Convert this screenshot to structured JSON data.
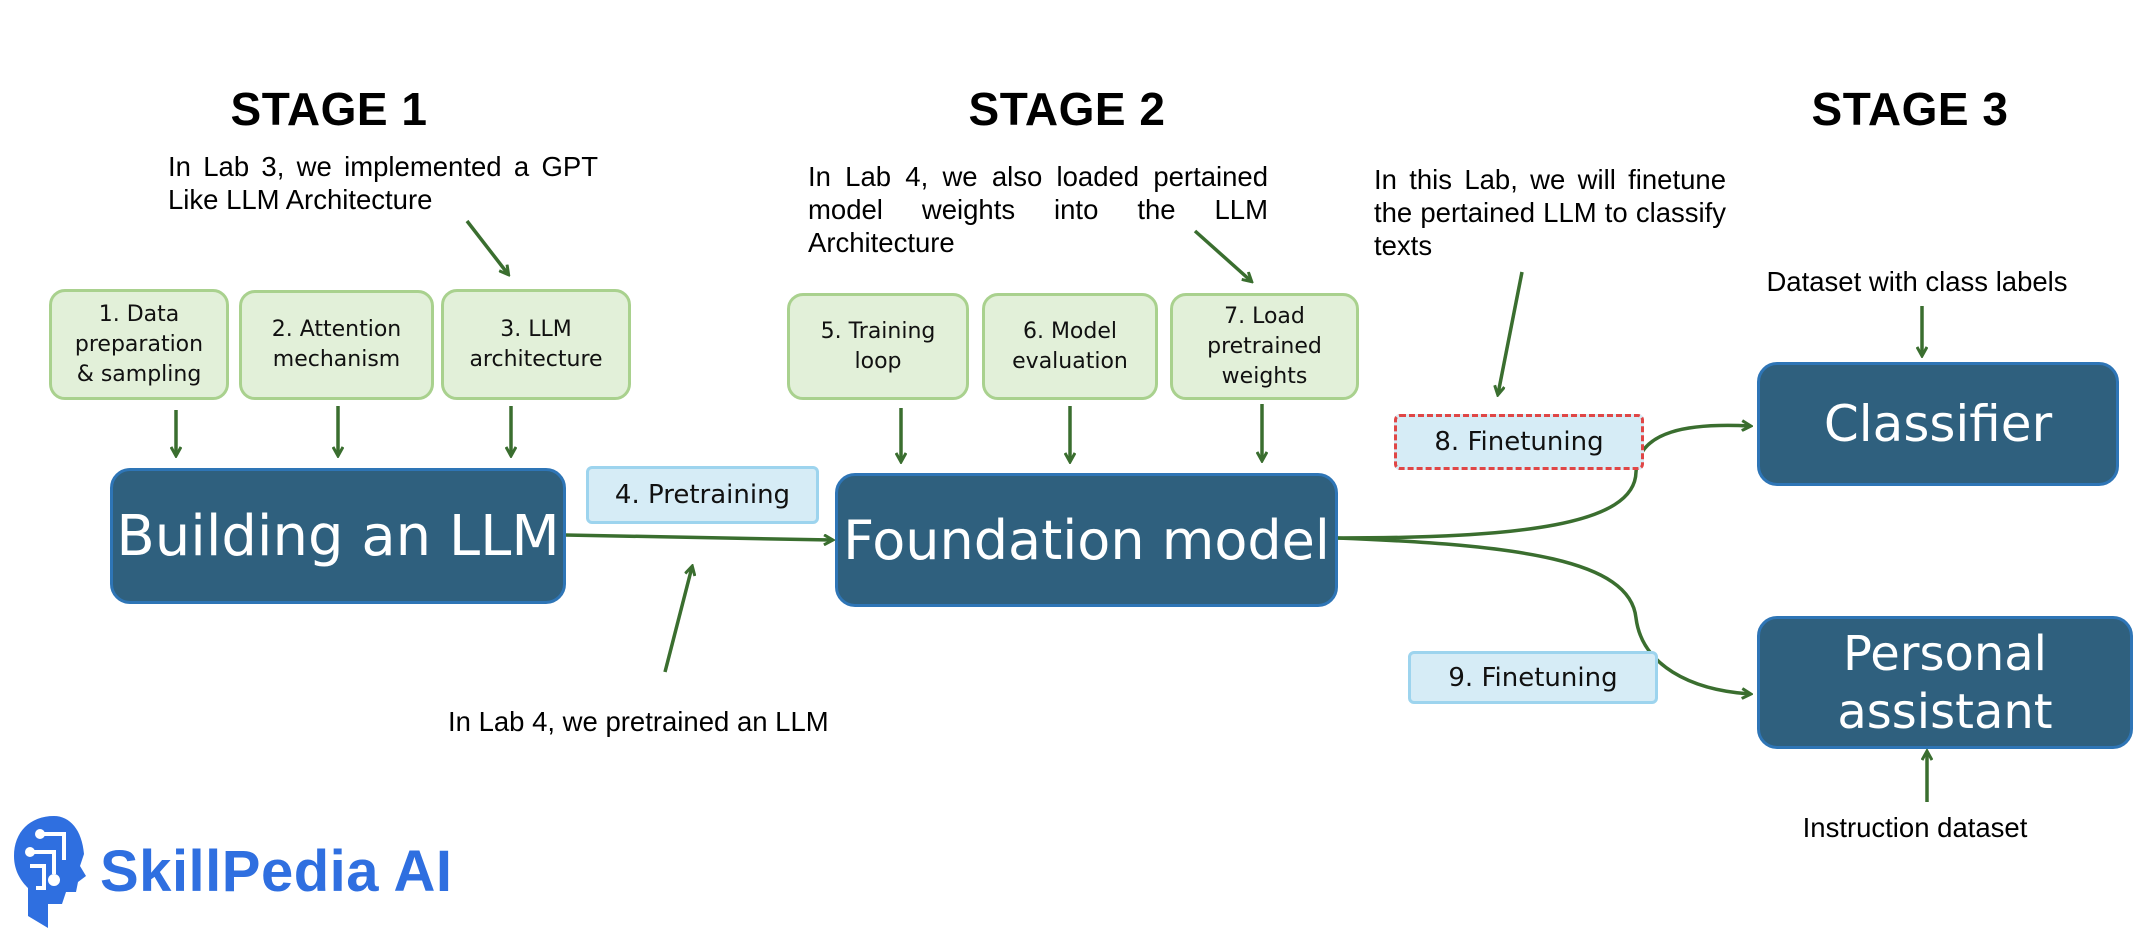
{
  "stages": {
    "stage1": "STAGE 1",
    "stage2": "STAGE 2",
    "stage3": "STAGE 3"
  },
  "notes": {
    "lab3": "In Lab 3, we implemented a GPT Like LLM Architecture",
    "lab4_weights": "In Lab 4, we also loaded pertained model weights into the LLM Architecture",
    "this_lab": "In this Lab, we will finetune the pertained LLM to classify texts",
    "lab4_pretrain": "In Lab 4, we pretrained an LLM",
    "dataset_labels": "Dataset with class labels",
    "instruction_dataset": "Instruction dataset"
  },
  "steps": {
    "s1": "1. Data preparation & sampling",
    "s2": "2. Attention mechanism",
    "s3": "3. LLM architecture",
    "s4": "4. Pretraining",
    "s5": "5. Training loop",
    "s6": "6. Model evaluation",
    "s7": "7. Load pretrained weights",
    "s8": "8. Finetuning",
    "s9": "9. Finetuning"
  },
  "boxes": {
    "building": "Building an LLM",
    "foundation": "Foundation model",
    "classifier": "Classifier",
    "assistant": "Personal assistant"
  },
  "logo": {
    "text": "SkillPedia AI",
    "icon": "robot-head-icon"
  },
  "colors": {
    "arrow": "#3a6e2f",
    "dark_box": "#2f607e",
    "green_box": "#e2f0d9",
    "light_box": "#d6ecf6",
    "dashed_border": "#e04646",
    "logo": "#2f6fe0"
  }
}
